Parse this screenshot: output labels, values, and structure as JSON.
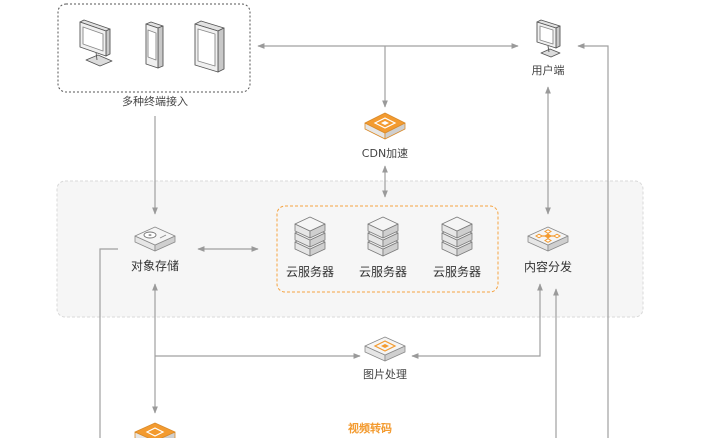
{
  "diagram": {
    "terminals": {
      "label": "多种终端接入",
      "devices": [
        "desktop-icon",
        "phone-icon",
        "tablet-icon"
      ]
    },
    "client": {
      "label": "用户端",
      "icon": "monitor-icon"
    },
    "cdn": {
      "label": "CDN加速",
      "icon": "cdn-icon"
    },
    "storage": {
      "label": "对象存储",
      "icon": "object-storage-icon"
    },
    "servers": [
      {
        "label": "云服务器",
        "icon": "server-stack-icon"
      },
      {
        "label": "云服务器",
        "icon": "server-stack-icon"
      },
      {
        "label": "云服务器",
        "icon": "server-stack-icon"
      }
    ],
    "distribution": {
      "label": "内容分发",
      "icon": "content-distribution-icon"
    },
    "image_processing": {
      "label": "图片处理",
      "icon": "image-processing-icon"
    },
    "video": {
      "label": "视频转码"
    }
  },
  "colors": {
    "accent": "#f39b30",
    "line": "#a0a0a0",
    "panel": "#f6f6f6",
    "panel_border": "#d9d9d9",
    "box_top": "#f5f5f5",
    "text": "#333333"
  }
}
